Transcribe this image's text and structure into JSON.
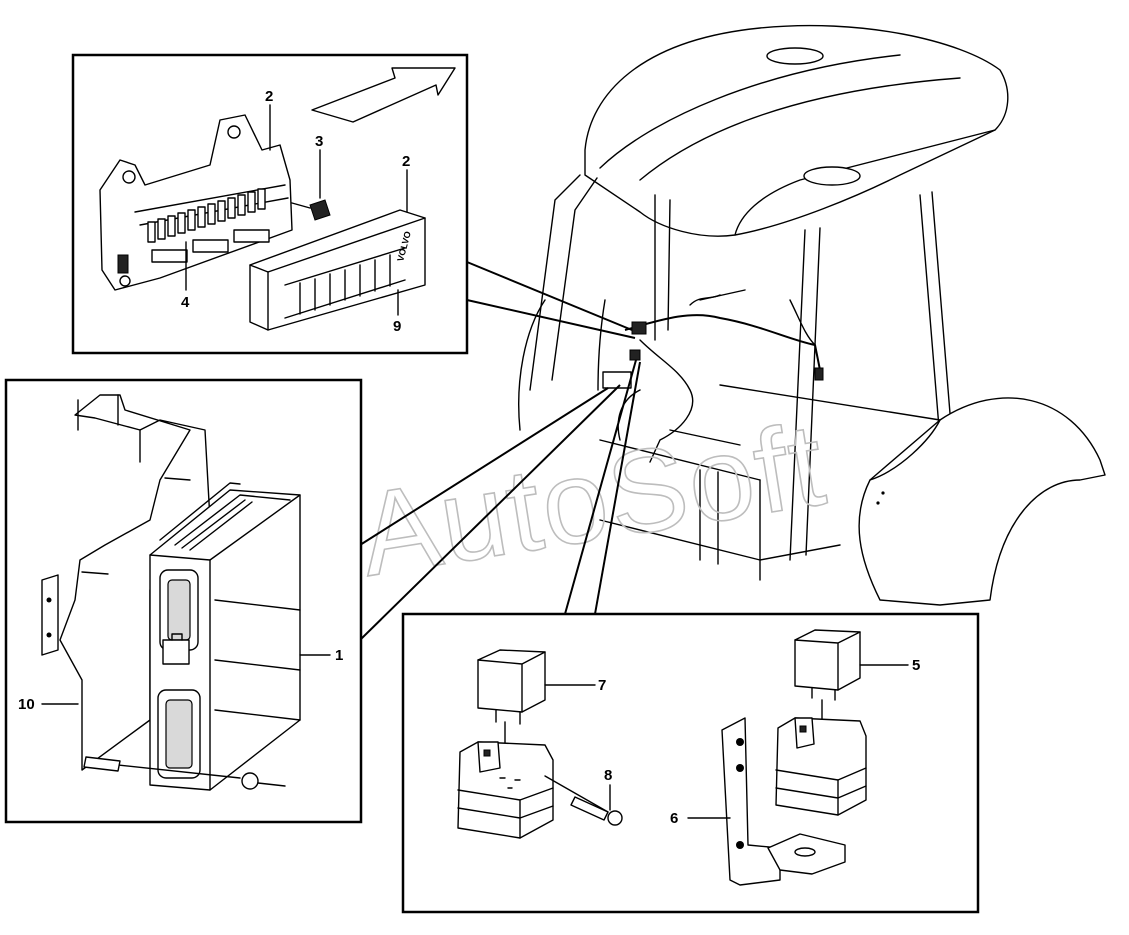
{
  "watermark": "AutoSoft",
  "brand_mark": "VOLVO",
  "callouts": {
    "c1": "1",
    "c2a": "2",
    "c2b": "2",
    "c3": "3",
    "c4": "4",
    "c5": "5",
    "c6": "6",
    "c7": "7",
    "c8": "8",
    "c9": "9",
    "c10": "10"
  }
}
